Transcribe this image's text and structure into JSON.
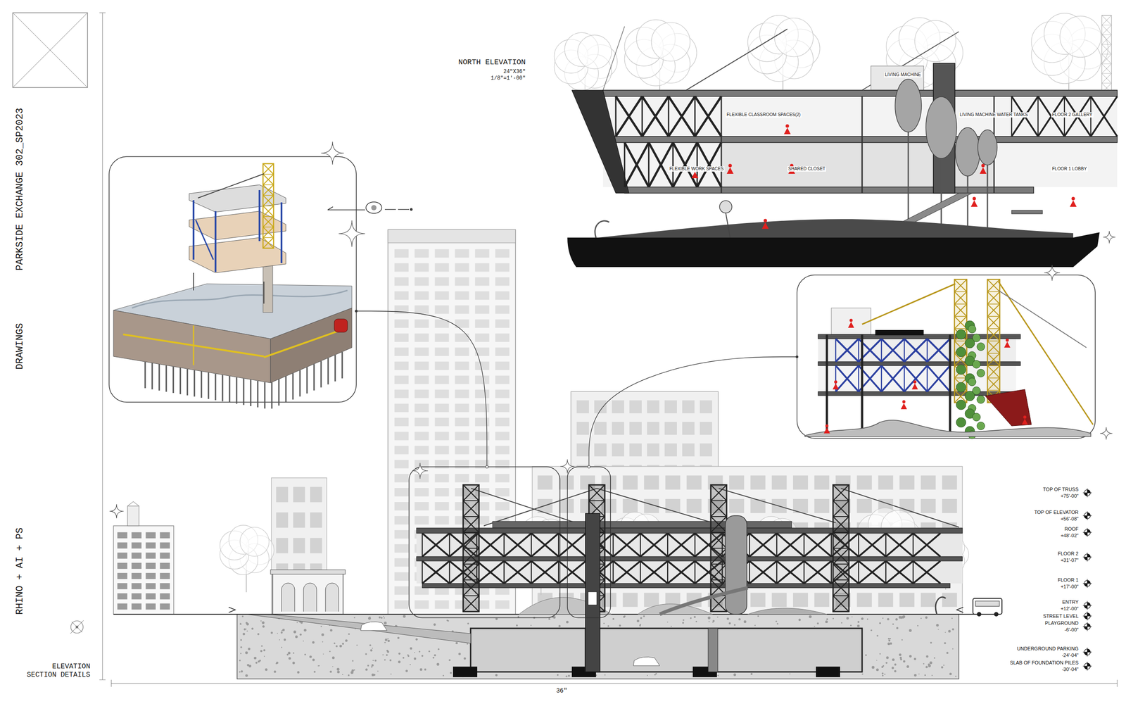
{
  "diagram": {
    "title": "PARKSIDE EXCHANGE 302_SP2023",
    "labels": [
      "DRAWINGS",
      "RHINO + AI + PS",
      "ELEVATION SECTION DETAILS",
      "NORTH ELEVATION",
      "24\"X36\"",
      "1/8\"=1'-00\"",
      "36\"",
      "TOP OF TRUSS",
      "+75'-00\"",
      "TOP OF ELEVATOR",
      "+56'-08\"",
      "ROOF",
      "+48'-02\"",
      "FLOOR 2",
      "+31'-07\"",
      "FLOOR 1",
      "+17'-00\"",
      "ENTRY",
      "+12'-00\"",
      "STREET LEVEL",
      "PLAYGROUND",
      "-6'-00\"",
      "UNDERGROUND PARKING",
      "-24'-04\"",
      "SLAB OF FOUNDATION PILES",
      "-30'-04\"",
      "FLEXIBLE CLASSROOM SPACES(2)",
      "LIVING MACHINE WATER TANKS",
      "FLOOR 2 GALLERY",
      "LIVING MACHINE",
      "FLEXIBLE WORK SPACES",
      "SHARED CLOSET",
      "FLOOR 1 LOBBY"
    ]
  }
}
